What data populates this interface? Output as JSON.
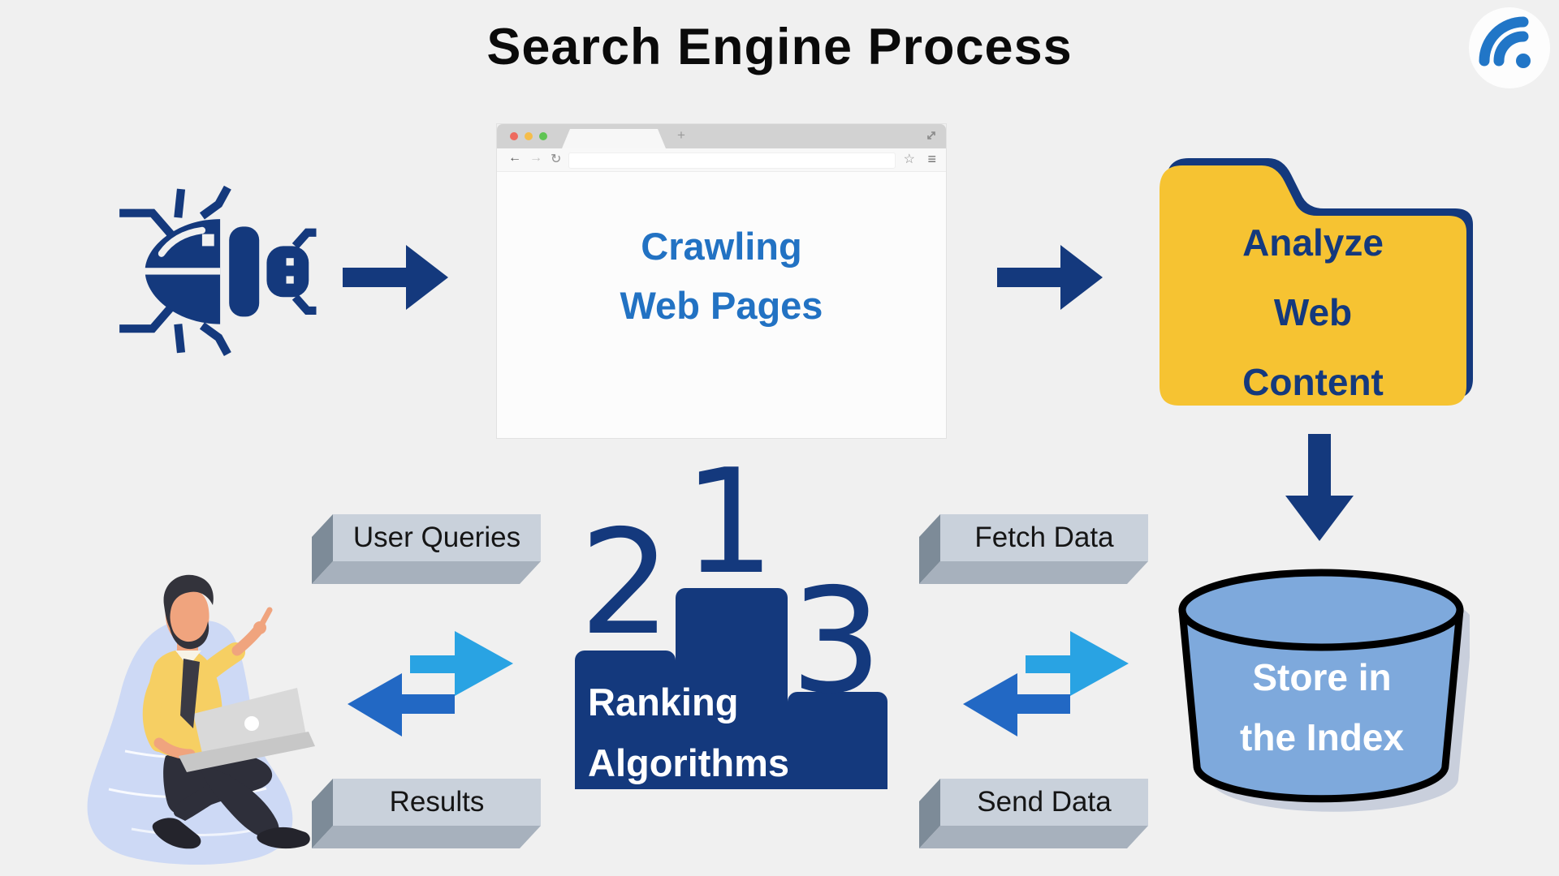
{
  "title": "Search Engine Process",
  "logo": {
    "name": "wifi-signal-logo"
  },
  "browser": {
    "icons": {
      "back": "←",
      "forward": "→",
      "refresh": "↻",
      "star": "☆",
      "menu": "≡",
      "new_tab": "+"
    },
    "label_line1": "Crawling",
    "label_line2": "Web Pages"
  },
  "folder": {
    "label_line1": "Analyze",
    "label_line2": "Web",
    "label_line3": "Content"
  },
  "database": {
    "label_line1": "Store in",
    "label_line2": "the Index"
  },
  "podium": {
    "rank1": "1",
    "rank2": "2",
    "rank3": "3",
    "label_line1": "Ranking",
    "label_line2": "Algorithms"
  },
  "connectors": {
    "user_queries": "User Queries",
    "results": "Results",
    "fetch_data": "Fetch Data",
    "send_data": "Send Data"
  },
  "colors": {
    "background": "#f0f0f0",
    "navy": "#14397d",
    "crawl_text_blue": "#2272c3",
    "arrow_light_blue": "#29a3e3",
    "arrow_blue": "#2268c4",
    "folder_yellow": "#f6c332",
    "database_blue": "#7ea9dc",
    "slab_front": "#c9d1db",
    "slab_side": "#7d8b98",
    "slab_bottom": "#a7b1bd"
  }
}
